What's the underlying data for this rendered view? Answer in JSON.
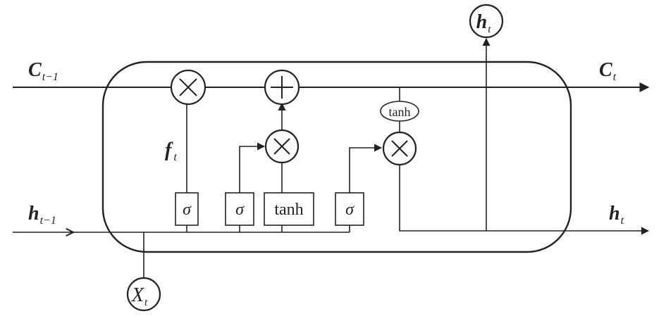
{
  "labels": {
    "c_prev_main": "C",
    "c_prev_sub": "t−1",
    "c_out_main": "C",
    "c_out_sub": "t",
    "h_prev_main": "h",
    "h_prev_sub": "t−1",
    "h_out_main": "h",
    "h_out_sub": "t",
    "h_top_main": "h",
    "h_top_sub": "t",
    "x_main": "X",
    "x_sub": "t",
    "f_main": "f",
    "f_sub": "t",
    "gate_sigma_1": "σ",
    "gate_sigma_2": "σ",
    "gate_tanh": "tanh",
    "gate_sigma_3": "σ",
    "cell_tanh": "tanh"
  }
}
